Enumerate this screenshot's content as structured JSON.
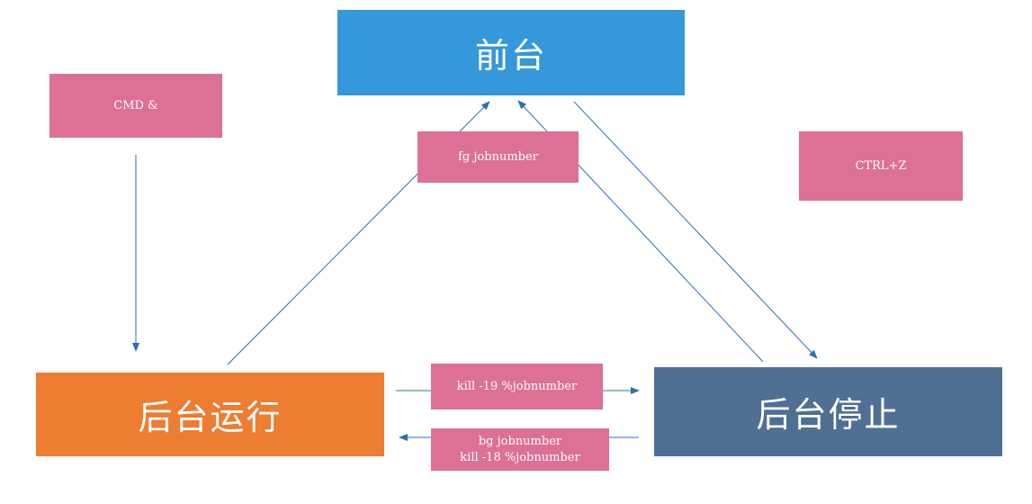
{
  "states": {
    "foreground": "前台",
    "background_running": "后台运行",
    "background_stopped": "后台停止"
  },
  "commands": {
    "cmd_amp": "CMD &",
    "fg": "fg jobnumber",
    "ctrl_z": "CTRL+Z",
    "kill19": "kill -19 %jobnumber",
    "bg_line1": "bg jobnumber",
    "bg_line2": "kill -18 %jobnumber"
  },
  "colors": {
    "foreground": "#3498db",
    "background_running": "#ed7d31",
    "background_stopped": "#4f7092",
    "command_label": "#dd7096",
    "arrow": "#2e6fad"
  }
}
